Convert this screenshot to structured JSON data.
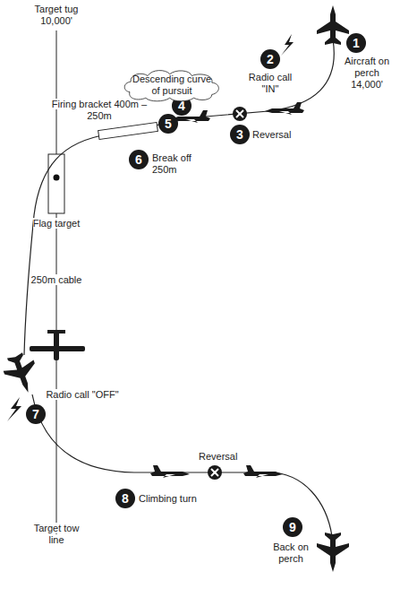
{
  "diagram": {
    "nodes": [
      {
        "text": [
          "Descending curve of pursuit"
        ]
      }
    ],
    "labels": [
      "Target tug 10,000'",
      "1",
      "Aircraft on perch 14,000'",
      "2",
      "Radio call \"IN\"",
      "3",
      "Reversal",
      "4",
      "5",
      "Firing bracket 400m – 250m",
      "6",
      "Break off 250m",
      "Flag target",
      "250m cable",
      "7",
      "Radio call \"OFF\"",
      "Reversal",
      "8",
      "Climbing turn",
      "9",
      "Back on perch",
      "Target tow line"
    ]
  }
}
